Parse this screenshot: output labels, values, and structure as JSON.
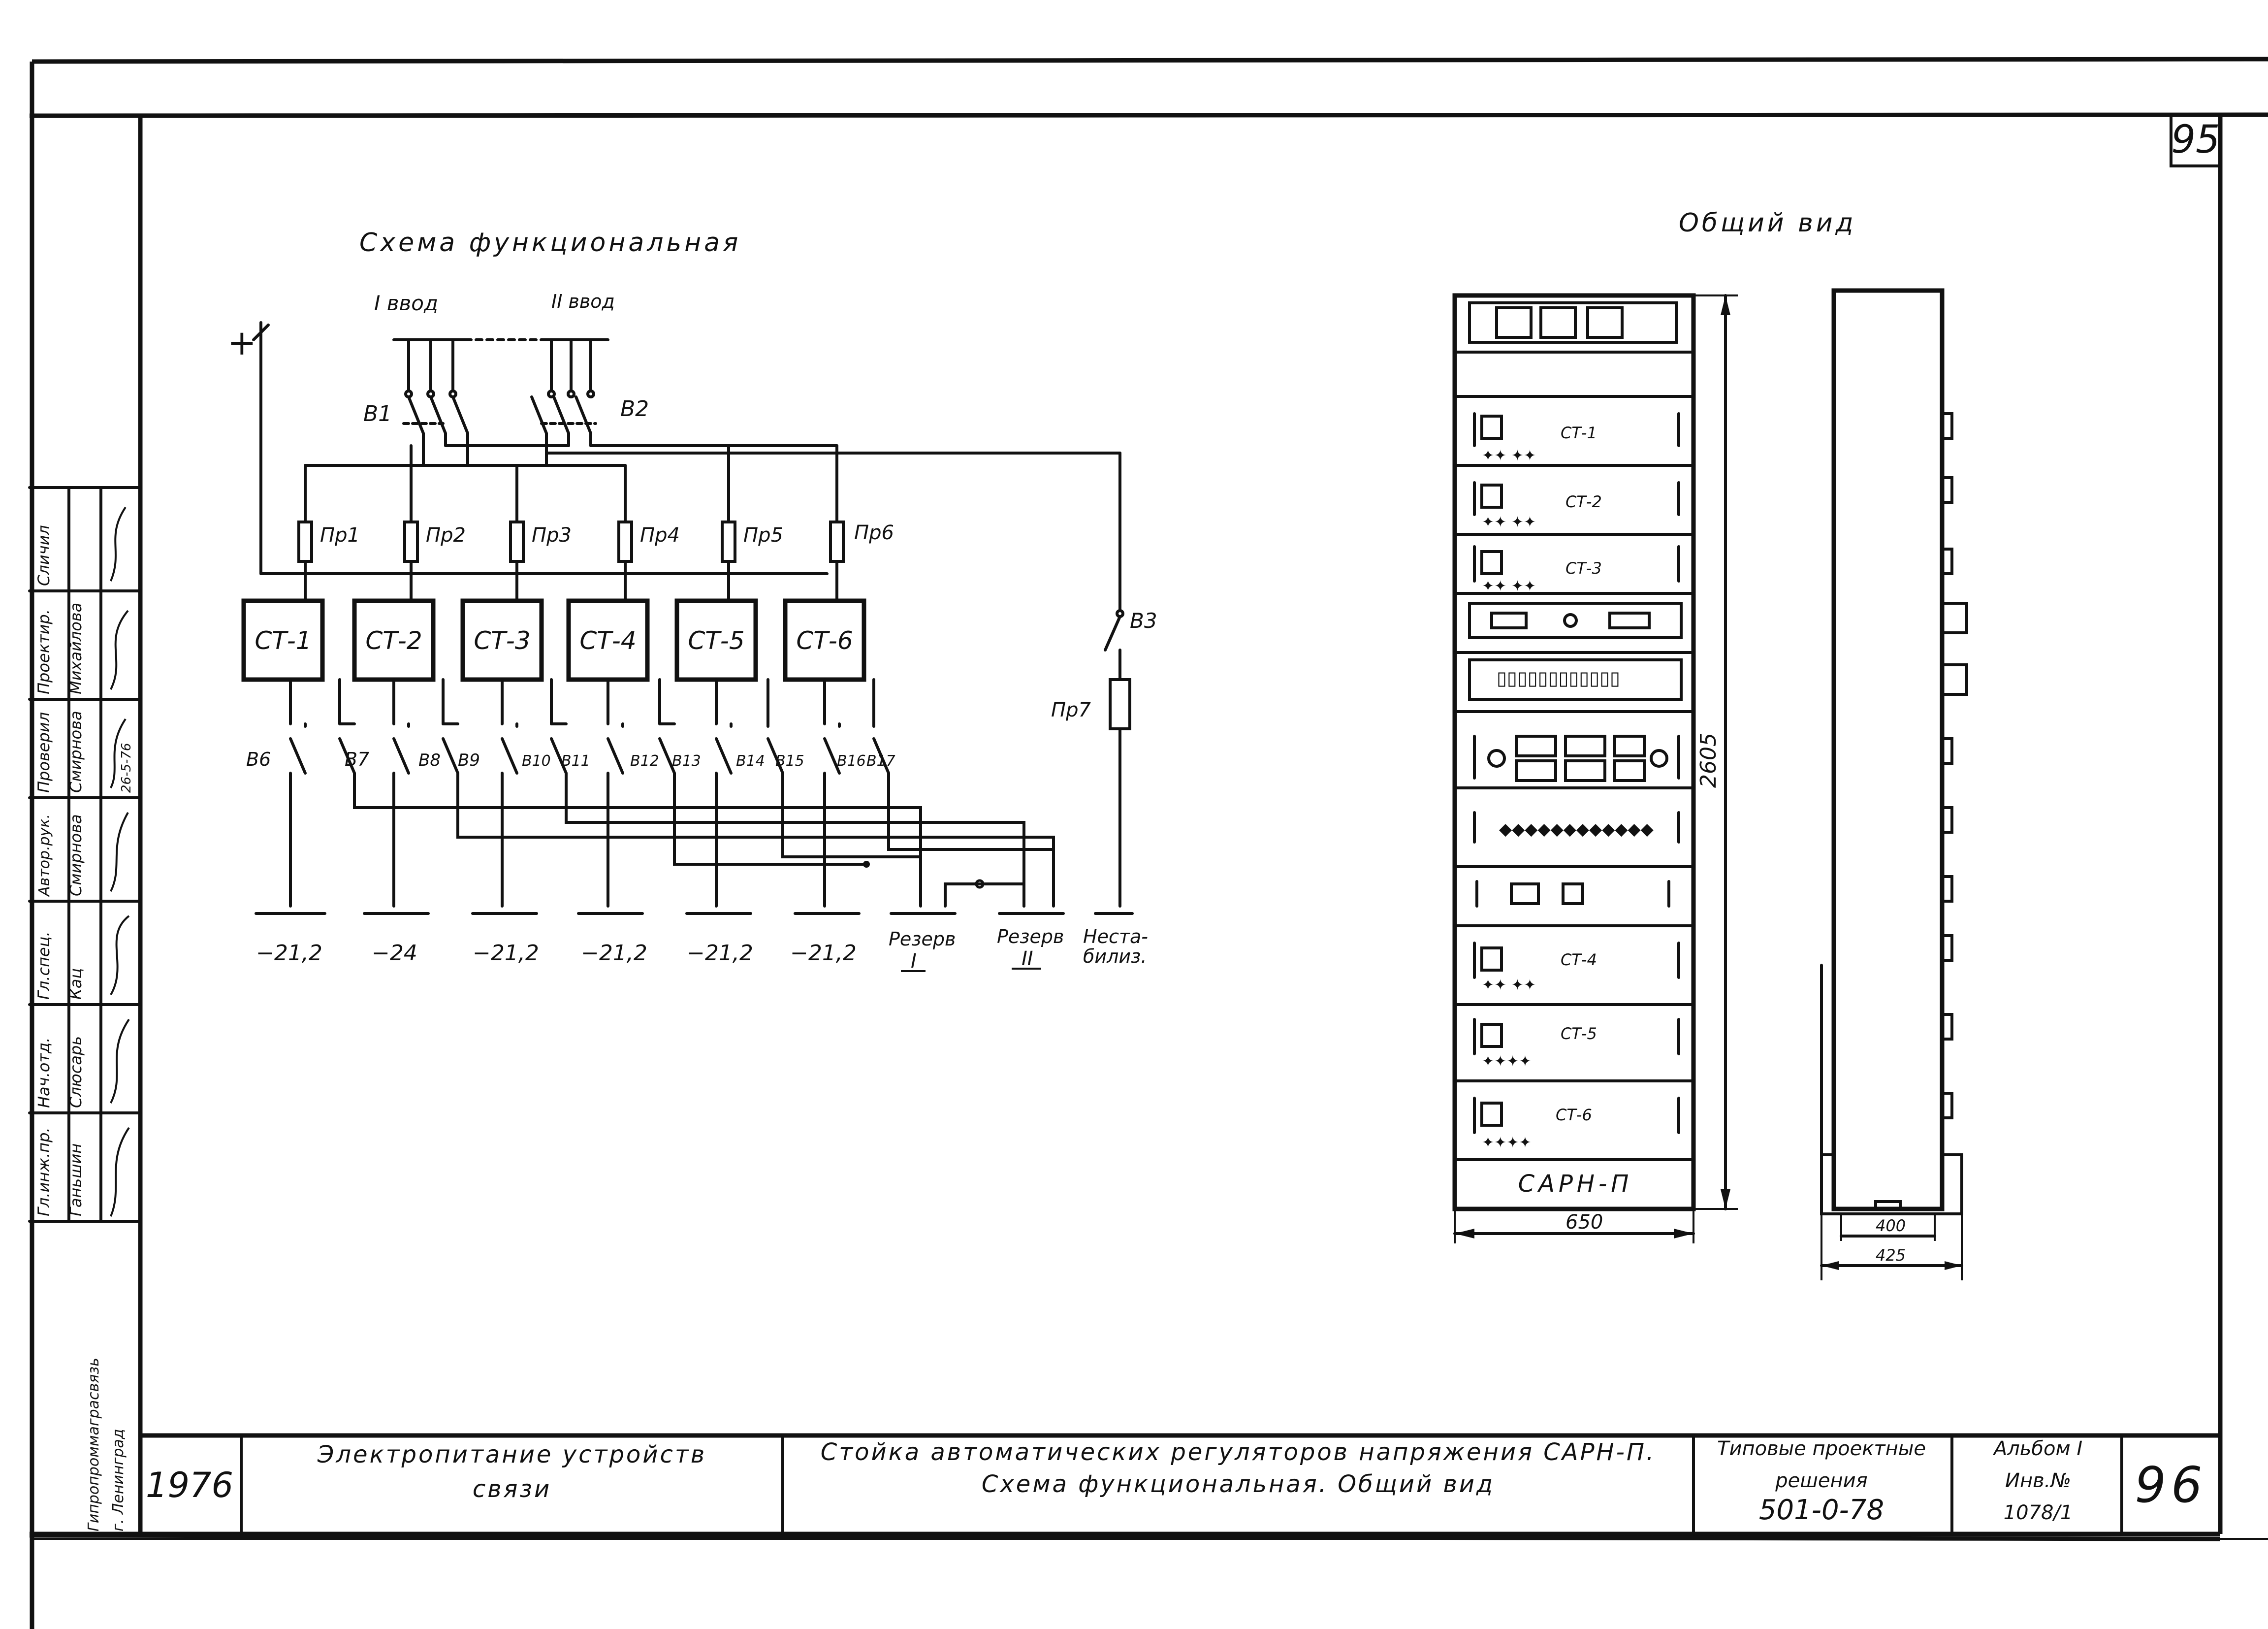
{
  "sheet_number": "95",
  "scheme_title": "Схема функциональная",
  "view_title": "Общий вид",
  "plus_label": "+",
  "inputs": [
    "I ввод",
    "II ввод"
  ],
  "breakers_top": [
    "В1",
    "В2"
  ],
  "fuses": [
    "Пр1",
    "Пр2",
    "Пр3",
    "Пр4",
    "Пр5",
    "Пр6"
  ],
  "regulators": [
    "СТ-1",
    "СТ-2",
    "СТ-3",
    "СТ-4",
    "СТ-5",
    "СТ-6"
  ],
  "switch_b3": "В3",
  "fuse_7": "Пр7",
  "switches_bottom": [
    "В6",
    "В7",
    "В8",
    "В9",
    "В10",
    "В11",
    "В12",
    "В13",
    "В14",
    "В15",
    "В16",
    "В17"
  ],
  "outputs": [
    "−21,2",
    "−24",
    "−21,2",
    "−21,2",
    "−21,2",
    "−21,2"
  ],
  "reserve_1": "Резерв",
  "reserve_1_num": "I",
  "reserve_2": "Резерв",
  "reserve_2_num": "II",
  "unstab_1": "Неста-",
  "unstab_2": "билиз.",
  "cabinet_modules": [
    "СТ-1",
    "СТ-2",
    "СТ-3",
    "СТ-4",
    "СТ-5",
    "СТ-6"
  ],
  "cabinet_name": "САРН-П",
  "dim_height": "2605",
  "dim_width": "650",
  "dim_depth_inner": "400",
  "dim_depth": "425",
  "stamp_roles": [
    "Гл.инж.пр.",
    "Нач.отд.",
    "Гл.спец.",
    "Автор.рук.",
    "Проверил",
    "Проектир.",
    "Сличил"
  ],
  "stamp_names": [
    "Ганьшин",
    "Слюсарь",
    "Кац",
    "Смирнова",
    "Смирнова",
    "Михайлова",
    ""
  ],
  "stamp_date": "26-5-76",
  "org_1": "Гипропроммаграсвязь",
  "org_2": "г. Ленинград",
  "year": "1976",
  "subject_1": "Электропитание устройств",
  "subject_2": "связи",
  "drawing_title_1": "Стойка автоматических регуляторов напряжения САРН-П.",
  "drawing_title_2": "Схема функциональная. Общий вид",
  "series_1": "Типовые проектные",
  "series_2": "решения",
  "series_code": "501-0-78",
  "album": "Альбом I",
  "inv_label": "Инв.№",
  "inv_number": "1078/1",
  "page_number": "96"
}
